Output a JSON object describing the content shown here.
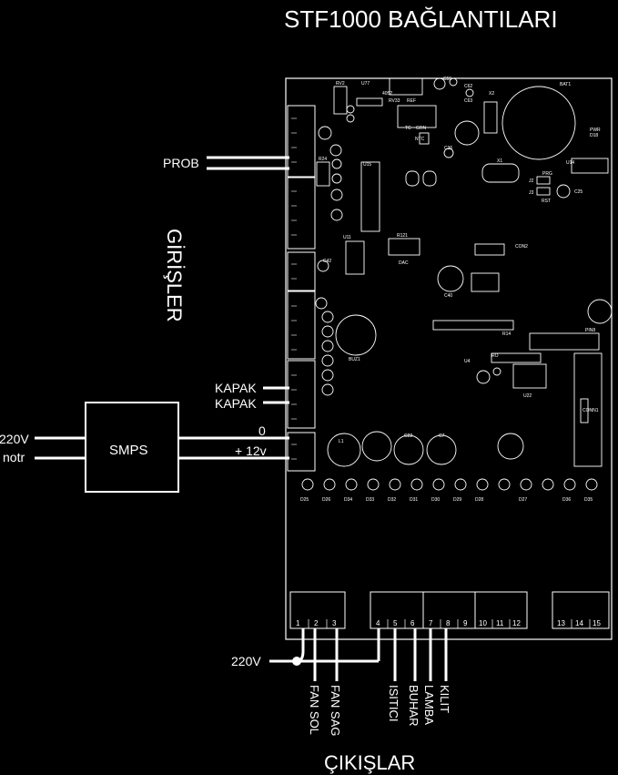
{
  "title": "STF1000 BAĞLANTILARI",
  "sections": {
    "inputs": "GİRİŞLER",
    "outputs": "ÇIKIŞLAR"
  },
  "inputs": {
    "probe": "PROB",
    "lid1": "KAPAK",
    "lid2": "KAPAK"
  },
  "power": {
    "mains": "220V",
    "neutral": "notr",
    "smps": "SMPS",
    "zero": "0",
    "plus12": "+ 12v",
    "out_supply": "220V"
  },
  "terminal_numbers": [
    "1",
    "2",
    "3",
    "4",
    "5",
    "6",
    "7",
    "8",
    "9",
    "10",
    "11",
    "12",
    "13",
    "14",
    "15"
  ],
  "outputs": {
    "fan_left": "FAN SOL",
    "fan_right": "FAN SAG",
    "heater": "ISITICI",
    "steam": "BUHAR",
    "lamp": "LAMBA",
    "lock": "KILIT"
  },
  "pcb_labels": {
    "u77": "U77",
    "rv2": "RV2",
    "c55": "C55",
    "rv33": "RV33",
    "ref": "REF",
    "c62": "C62",
    "c63": "C63",
    "x2": "X2",
    "bat1": "BAT1",
    "pwr": "PWR",
    "d18": "D18",
    "k4052": "4052",
    "tc": "TC",
    "grn": "GRN",
    "ntc": "NTC",
    "c36": "C36",
    "u15": "U15",
    "x1": "X1",
    "u14": "U14",
    "prg": "PRG",
    "rst": "RST",
    "c25": "C25",
    "j2": "J2",
    "j3": "J3",
    "r24": "R24",
    "u11": "U11",
    "r121": "R121",
    "dac": "DAC",
    "con2": "CON2",
    "c42": "C42",
    "c40": "C40",
    "bz1": "BUZ1",
    "r14": "R14",
    "pin8": "PIN8",
    "u4": "U4",
    "u22": "U22",
    "ro": "RO",
    "l1": "L1",
    "c22": "C22",
    "c7": "C7",
    "conn1": "CONN1"
  },
  "led_labels": [
    "D25",
    "D26",
    "D34",
    "D33",
    "D32",
    "D31",
    "D30",
    "D29",
    "D28",
    "D27",
    "D36",
    "D35"
  ]
}
